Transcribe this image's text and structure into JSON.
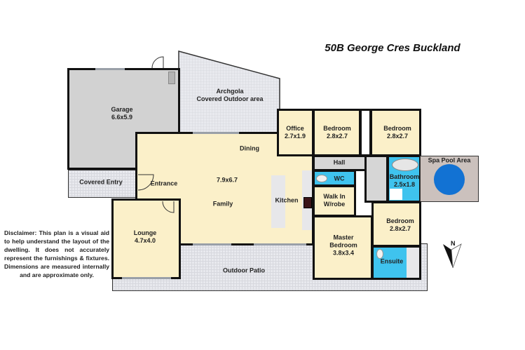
{
  "title": "50B George Cres Buckland",
  "rooms": {
    "garage": {
      "name": "Garage",
      "size": "6.6x5.9"
    },
    "archgola": {
      "name": "Archgola",
      "sub": "Covered Outdoor area"
    },
    "office": {
      "name": "Office",
      "size": "2.7x1.9"
    },
    "bedroom2": {
      "name": "Bedroom",
      "size": "2.8x2.7"
    },
    "bedroom3": {
      "name": "Bedroom",
      "size": "2.8x2.7"
    },
    "bedroom4": {
      "name": "Bedroom",
      "size": "2.8x2.7"
    },
    "spa": {
      "name": "Spa Pool Area"
    },
    "hall": {
      "name": "Hall"
    },
    "bathroom": {
      "name": "Bathroom",
      "size": "2.5x1.8"
    },
    "wc": {
      "name": "WC"
    },
    "walkin": {
      "name": "Walk In",
      "sub": "W/robe"
    },
    "master": {
      "name": "Master",
      "sub": "Bedroom",
      "size": "3.8x3.4"
    },
    "ensuite": {
      "name": "Ensuite"
    },
    "dining": {
      "name": "Dining"
    },
    "living": {
      "size": "7.9x6.7"
    },
    "family": {
      "name": "Family"
    },
    "kitchen": {
      "name": "Kitchen"
    },
    "covered_entry": {
      "name": "Covered Entry"
    },
    "entrance": {
      "name": "Entrance"
    },
    "lounge": {
      "name": "Lounge",
      "size": "4.7x4.0"
    },
    "patio": {
      "name": "Outdoor Patio"
    }
  },
  "compass": {
    "label": "N"
  },
  "disclaimer": "Disclaimer: This plan is a visual aid to help understand the layout of the dwelling. It does not accurately represent the furnishings & fixtures. Dimensions are measured internally and are approximate only.",
  "colors": {
    "room": "#fbf0c9",
    "garage": "#d2d2d2",
    "wet_area": "#3fc3ee",
    "pool": "#1272d3",
    "outdoor": "#e8e9ee",
    "wall": "#111111"
  }
}
